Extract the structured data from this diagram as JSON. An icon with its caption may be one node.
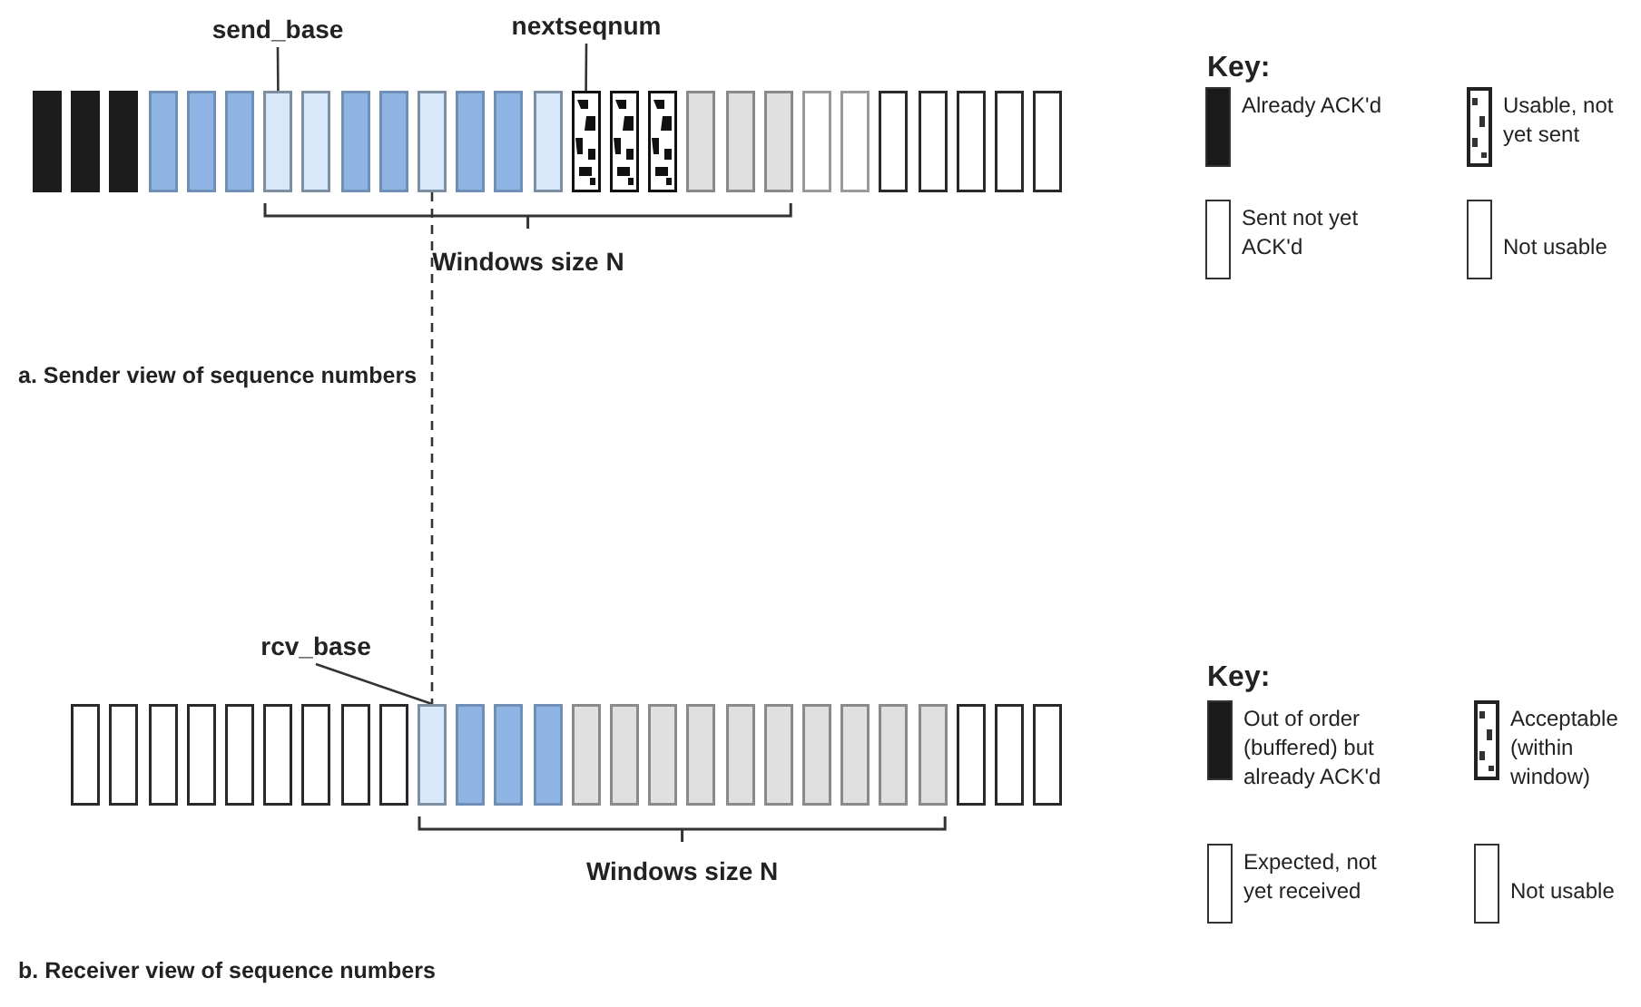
{
  "diagram": {
    "nodes": [
      {
        "text": [
          "send_base"
        ]
      },
      {
        "text": [
          "nextseqnum"
        ]
      },
      {
        "text": [],
        "shape": "bar"
      },
      {
        "text": [],
        "shape": "bar"
      },
      {
        "text": [],
        "shape": "bar"
      },
      {
        "text": [
          "rcv_base"
        ]
      },
      {
        "text": [],
        "shape": "bar"
      }
    ],
    "edges": [
      {
        "from": 0,
        "to": 2,
        "arrow": "none"
      },
      {
        "from": 1,
        "to": 4,
        "arrow": "none"
      },
      {
        "from": 3,
        "to": 6,
        "arrow": "none",
        "style": "dashed"
      },
      {
        "from": 5,
        "to": 6,
        "arrow": "none"
      }
    ],
    "labels": [
      "Key:",
      "Windows size N",
      "a. Sender view of sequence numbers",
      "Key:",
      "Windows size N",
      "b. Receiver view of sequence numbers"
    ],
    "legend": [
      {
        "text": "Already ACK'd",
        "color": "#1a1a1a"
      },
      {
        "text": "Usable, not yet sent"
      },
      {
        "text": "Sent not yet ACK'd",
        "color": "#ffffff"
      },
      {
        "text": "Not usable",
        "color": "#ffffff"
      },
      {
        "text": "Out of order (buffered) but already ACK'd",
        "color": "#1a1a1a"
      },
      {
        "text": "Acceptable (within window)"
      },
      {
        "text": "Expected, not yet received",
        "color": "#ffffff"
      },
      {
        "text": "Not usable",
        "color": "#ffffff"
      }
    ]
  }
}
